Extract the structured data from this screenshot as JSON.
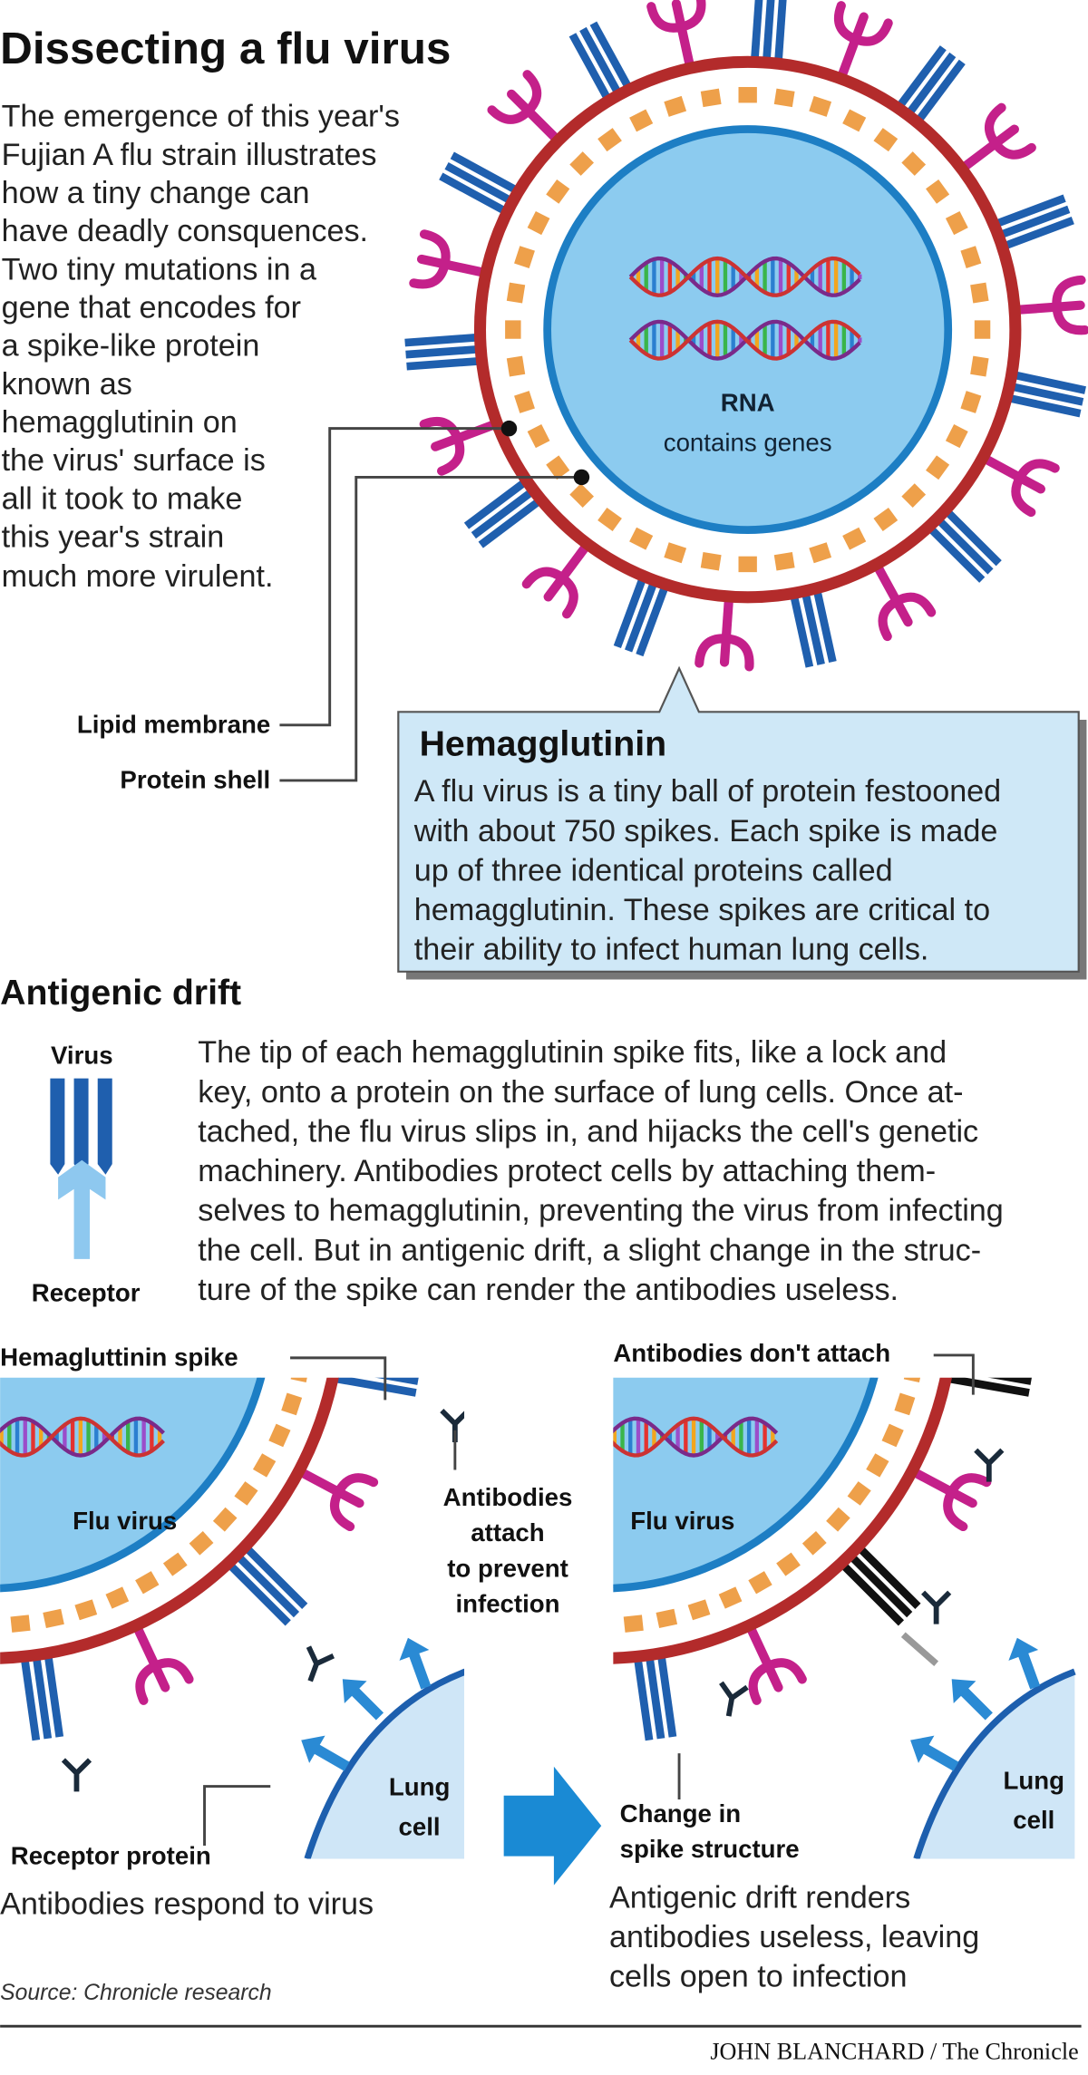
{
  "title": "Dissecting a flu virus",
  "intro": [
    "The emergence of this year's",
    "Fujian A flu strain illustrates",
    "how a tiny change can",
    "have deadly consquences.",
    "Two tiny mutations in a",
    "gene that encodes for",
    "a spike-like protein",
    "known as",
    "hemagglutinin on",
    "the virus' surface is",
    "all it took to make",
    "this year's strain",
    "much more virulent."
  ],
  "virus": {
    "rna_label": "RNA",
    "rna_sub": "contains genes",
    "lipid_label": "Lipid membrane",
    "shell_label": "Protein shell"
  },
  "callout": {
    "title": "Hemagglutinin",
    "lines": [
      "A flu virus is a tiny ball of protein festooned",
      "with about 750 spikes. Each spike is made",
      "up of three identical proteins called",
      "hemagglutinin. These spikes are critical to",
      "their ability to infect human lung cells."
    ]
  },
  "drift": {
    "heading": "Antigenic drift",
    "virus_label": "Virus",
    "receptor_label": "Receptor",
    "lines": [
      "The tip of each hemagglutinin spike fits, like a lock and",
      "key, onto a protein on the surface of lung cells. Once at-",
      "tached, the flu virus slips in, and hijacks the cell's genetic",
      "machinery. Antibodies protect cells by attaching them-",
      "selves to hemagglutinin, preventing the virus from infecting",
      "the cell. But in antigenic drift, a slight change in the struc-",
      "ture of the spike can render the antibodies useless."
    ]
  },
  "left_panel": {
    "spike_label": "Hemagluttinin spike",
    "virus_label": "Flu virus",
    "antibody_lines": [
      "Antibodies",
      "attach",
      "to prevent",
      "infection"
    ],
    "lung_lines": [
      "Lung",
      "cell"
    ],
    "receptor_label": "Receptor protein",
    "caption": "Antibodies respond to virus"
  },
  "right_panel": {
    "antibody_label": "Antibodies don't attach",
    "virus_label": "Flu virus",
    "change_lines": [
      "Change in",
      "spike structure"
    ],
    "lung_lines": [
      "Lung",
      "cell"
    ],
    "caption": [
      "Antigenic drift renders",
      "antibodies useless, leaving",
      "cells open to infection"
    ]
  },
  "source": "Source: Chronicle research",
  "credit": "JOHN BLANCHARD / The Chronicle",
  "colors": {
    "red_membrane": "#b32b2b",
    "orange_shell": "#eea04a",
    "virus_interior": "#8ccbef",
    "spike_blue": "#1f5fae",
    "spike_magenta": "#c4208a",
    "callout_fill": "#cfe8f7",
    "lung_cell": "#cfe6f7"
  }
}
